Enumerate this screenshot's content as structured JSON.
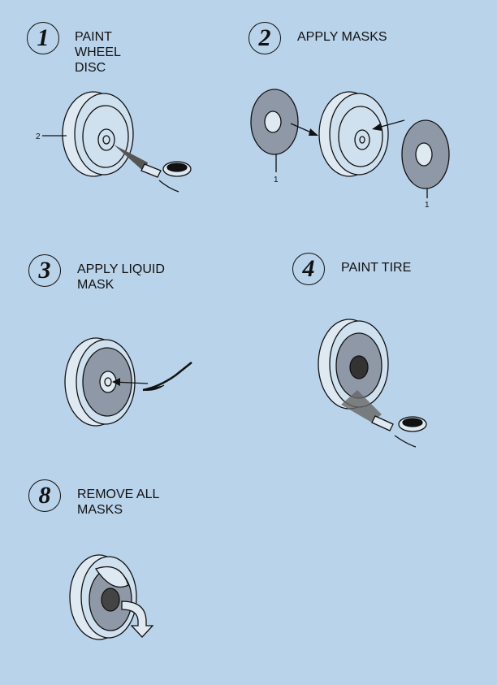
{
  "steps": [
    {
      "number": "1",
      "title": "PAINT WHEEL DISC",
      "callouts": [
        "2"
      ]
    },
    {
      "number": "2",
      "title": "APPLY MASKS",
      "callouts": [
        "1",
        "1"
      ]
    },
    {
      "number": "3",
      "title": "APPLY LIQUID MASK"
    },
    {
      "number": "4",
      "title": "PAINT TIRE"
    },
    {
      "number": "8",
      "title": "REMOVE ALL MASKS"
    }
  ],
  "colors": {
    "background": "#b9d3ea",
    "mask": "#8f98a6",
    "ink": "#111111"
  }
}
